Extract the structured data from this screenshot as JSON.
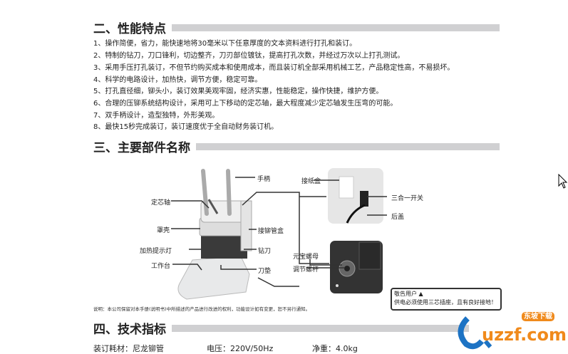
{
  "section2": {
    "title": "二、性能特点",
    "items": [
      "1、操作简便，省力，能快速地将30毫米以下任意厚度的文本资料进行打孔和装订。",
      "2、特制的钻刀，刀口锋利，切边整齐，刀刃部位镀钛，提高打孔次数，并经过万次以上打孔测试。",
      "3、采用手压打孔装订，不但节约购买成本和使用成本，而且装订机全部采用机械工艺，产品稳定性高，不易损坏。",
      "4、科学的电路设计，加热快，调节方便，稳定可靠。",
      "5、打孔直径细，铆头小，装订效果美观牢固，经济实惠，性能稳定，操作快捷，维护方便。",
      "6、合理的压铆系统结构设计，采用可上下移动的定芯轴，最大程度减少定芯轴发生压弯的可能。",
      "7、双手柄设计，造型独特，外形美观。",
      "8、最快15秒完成装订，装订速度优于全自动财务装订机。"
    ]
  },
  "section3": {
    "title": "三、主要部件名称",
    "labels": {
      "handle": "手柄",
      "core_shaft": "定芯轴",
      "cover": "罩壳",
      "heat_light": "加热提示灯",
      "worktable": "工作台",
      "rivet_box": "接铆管盒",
      "drill": "钻刀",
      "pad": "刀垫",
      "paper_box": "接纸盒",
      "switch": "三合一开关",
      "back_cover": "后盖",
      "nut": "元宝螺母",
      "screw": "调节螺杆"
    },
    "warning": {
      "title": "敬告用户",
      "text": "供电必须使用三芯插座，且有良好接地！"
    },
    "note": "说明：本公司保留对本手册(说明书)中所描述的产品进行改进的权利，功能设计如有变更，恕不另行通知。"
  },
  "section4": {
    "title": "四、技术指标",
    "specs": [
      "装订耗材：尼龙铆管",
      "电压：220V/50Hz",
      "净重：4.0kg"
    ]
  },
  "watermark": {
    "text": "uzzf.com",
    "badge": "东坡下载"
  }
}
